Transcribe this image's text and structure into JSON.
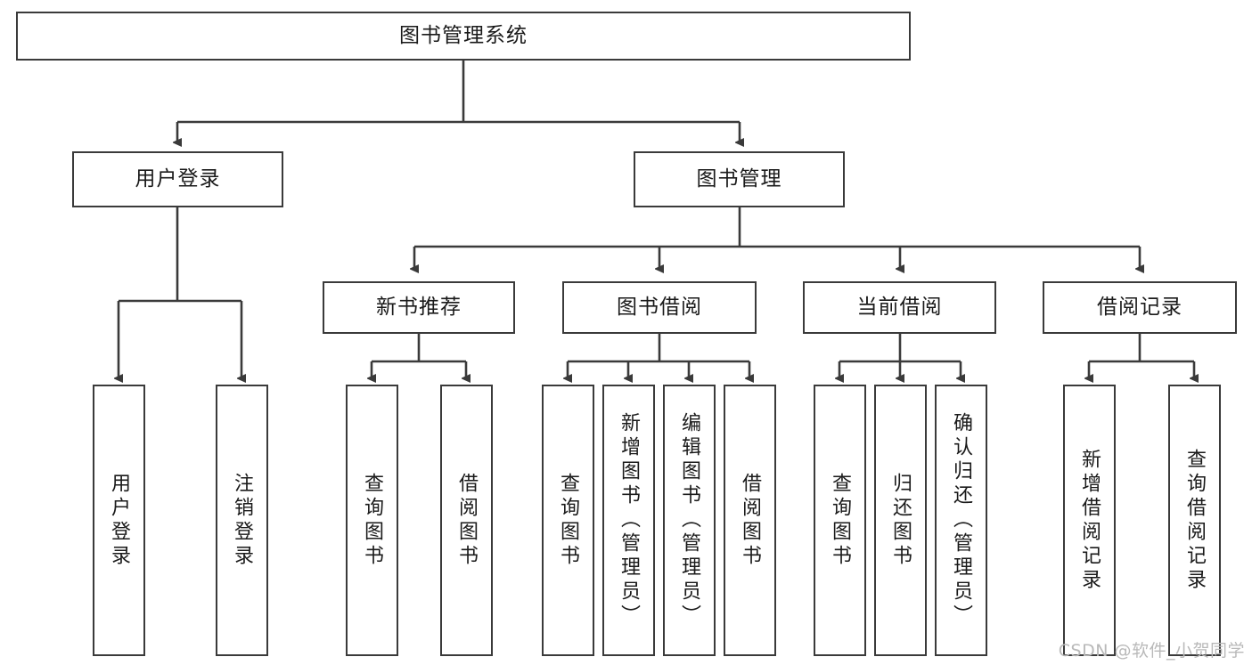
{
  "diagram": {
    "title": "图书管理系统",
    "type": "tree-hierarchy-diagram",
    "root": {
      "label": "图书管理系统"
    },
    "level2": [
      {
        "label": "用户登录"
      },
      {
        "label": "图书管理"
      }
    ],
    "level3": [
      {
        "label": "新书推荐"
      },
      {
        "label": "图书借阅"
      },
      {
        "label": "当前借阅"
      },
      {
        "label": "借阅记录"
      }
    ],
    "leaves": {
      "user_login": [
        {
          "label": "用户登录"
        },
        {
          "label": "注销登录"
        }
      ],
      "new_book_recommend": [
        {
          "label": "查询图书"
        },
        {
          "label": "借阅图书"
        }
      ],
      "book_borrow": [
        {
          "label": "查询图书"
        },
        {
          "label": "新增图书（管理员）"
        },
        {
          "label": "编辑图书（管理员）"
        },
        {
          "label": "借阅图书"
        }
      ],
      "current_borrow": [
        {
          "label": "查询图书"
        },
        {
          "label": "归还图书"
        },
        {
          "label": "确认归还（管理员）"
        }
      ],
      "borrow_records": [
        {
          "label": "新增借阅记录"
        },
        {
          "label": "查询借阅记录"
        }
      ]
    }
  },
  "watermark": {
    "text": "CSDN @软件_小贺同学"
  },
  "colors": {
    "border": "#3a3a3a",
    "text": "#1a1a1a",
    "background": "#ffffff",
    "watermark": "#b9b9b9"
  }
}
